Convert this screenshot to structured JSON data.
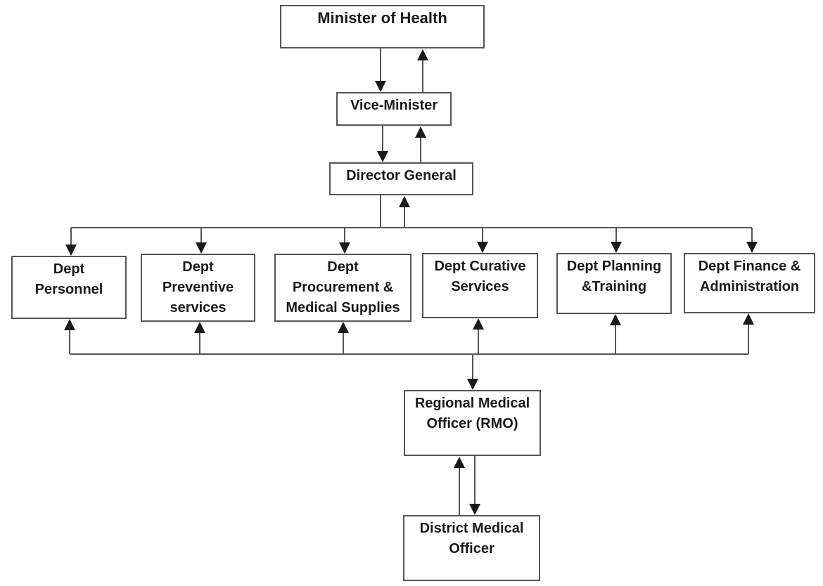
{
  "diagram": {
    "type": "organizational-chart",
    "edge_color": "#555555",
    "nodes": {
      "minister": {
        "lines": [
          "Minister of Health"
        ]
      },
      "vice": {
        "lines": [
          "Vice-Minister"
        ]
      },
      "dg": {
        "lines": [
          "Director General"
        ]
      },
      "personnel": {
        "lines": [
          "Dept",
          "Personnel"
        ]
      },
      "preventive": {
        "lines": [
          "Dept",
          "Preventive",
          "services"
        ]
      },
      "procurement": {
        "lines": [
          "Dept",
          "Procurement &",
          "Medical Supplies"
        ]
      },
      "curative": {
        "lines": [
          "Dept Curative",
          "Services"
        ]
      },
      "planning": {
        "lines": [
          "Dept Planning",
          "&Training"
        ]
      },
      "finance": {
        "lines": [
          "Dept Finance &",
          "Administration"
        ]
      },
      "rmo": {
        "lines": [
          "Regional Medical",
          "Officer (RMO)"
        ]
      },
      "dmo": {
        "lines": [
          "District Medical",
          "Officer"
        ]
      }
    },
    "edges": [
      {
        "from": "minister",
        "to": "vice",
        "direction": "down"
      },
      {
        "from": "vice",
        "to": "minister",
        "direction": "up"
      },
      {
        "from": "vice",
        "to": "dg",
        "direction": "down"
      },
      {
        "from": "dg",
        "to": "vice",
        "direction": "up"
      },
      {
        "from": "dg",
        "to": [
          "personnel",
          "preventive",
          "procurement",
          "curative",
          "planning",
          "finance"
        ],
        "direction": "down"
      },
      {
        "from": "departments",
        "to": "dg",
        "direction": "up"
      },
      {
        "from": "departments",
        "to": "rmo",
        "direction": "down"
      },
      {
        "from": "rmo",
        "to": [
          "personnel",
          "preventive",
          "procurement",
          "curative",
          "planning",
          "finance"
        ],
        "direction": "up"
      },
      {
        "from": "rmo",
        "to": "dmo",
        "direction": "down"
      },
      {
        "from": "dmo",
        "to": "rmo",
        "direction": "up"
      }
    ]
  }
}
